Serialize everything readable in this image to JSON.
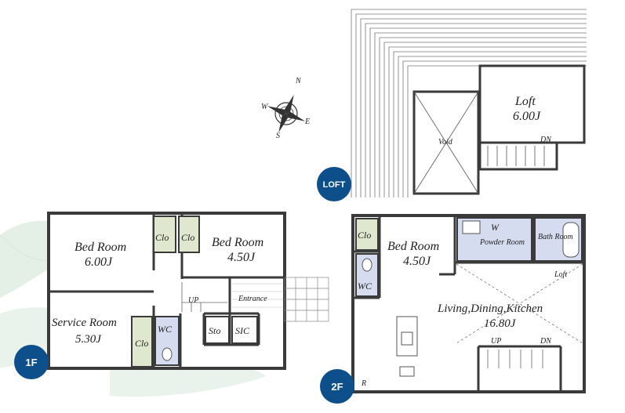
{
  "colors": {
    "wall": "#3a3a3a",
    "closet_fill": "#dfe8cf",
    "wet_fill": "#d6dcef",
    "badge": "#0d4f8b",
    "leaf": "#cfe3d3"
  },
  "compass": {
    "n": "N",
    "e": "E",
    "s": "S",
    "w": "W"
  },
  "floors": {
    "first": {
      "badge": "1F",
      "rooms": {
        "bed_room_a": {
          "name": "Bed Room",
          "size": "6.00J"
        },
        "bed_room_b": {
          "name": "Bed Room",
          "size": "4.50J"
        },
        "service_room": {
          "name": "Service Room",
          "size": "5.30J"
        },
        "clo_a": "Clo",
        "clo_b": "Clo",
        "clo_c": "Clo",
        "wc": "WC",
        "sto": "Sto",
        "sic": "SIC",
        "entrance": "Entrance",
        "stair_up": "UP"
      }
    },
    "second": {
      "badge": "2F",
      "rooms": {
        "clo": "Clo",
        "wc": "WC",
        "bed_room": {
          "name": "Bed Room",
          "size": "4.50J"
        },
        "powder_w": "W",
        "powder_room": "Powder Room",
        "bath_room": "Bath Room",
        "loft_mark": "Loft",
        "ldk": {
          "name": "Living,Dining,Kitchen",
          "size": "16.80J"
        },
        "stair_up": "UP",
        "stair_dn": "DN",
        "r": "R"
      }
    },
    "loft": {
      "badge": "LOFT",
      "rooms": {
        "void": "Void",
        "loft": {
          "name": "Loft",
          "size": "6.00J"
        },
        "stair_dn": "DN"
      }
    }
  }
}
